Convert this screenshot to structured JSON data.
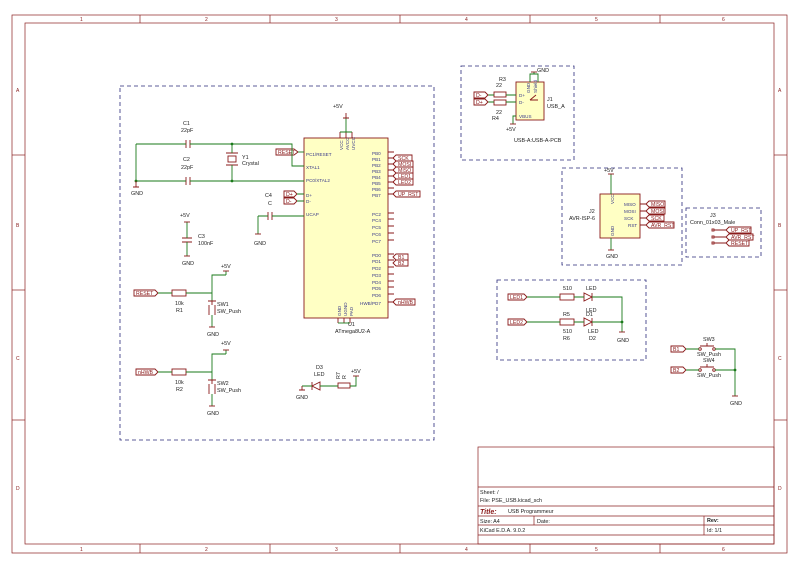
{
  "frame": {
    "columns": [
      "1",
      "2",
      "3",
      "4",
      "5",
      "6"
    ],
    "rows": [
      "A",
      "B",
      "C",
      "D"
    ]
  },
  "mcu": {
    "ref": "U1",
    "value": "ATmega8U2-A",
    "left_pins": [
      "PC1/RESET",
      "XTAL1",
      "PC0/XTAL2",
      "D+",
      "D-",
      "UCAP"
    ],
    "top_pins": [
      "VCC",
      "AVCC",
      "UVCC"
    ],
    "bottom_pins": [
      "GND",
      "UGND",
      "PAD"
    ],
    "right_pins": [
      "PB0",
      "PB1",
      "PB2",
      "PB3",
      "PB4",
      "PB5",
      "PB6",
      "PB7",
      "PC2",
      "PC4",
      "PC5",
      "PC6",
      "PC7",
      "PD0",
      "PD1",
      "PD2",
      "PD3",
      "PD4",
      "PD5",
      "PD6",
      "HWB/PD7"
    ],
    "power": "+5V"
  },
  "net_labels": {
    "reset": "RESET",
    "dplus": "D+",
    "dminus": "D-",
    "sck": "SCK",
    "mosi": "MOSI",
    "miso": "MISO",
    "led1": "LED1",
    "led2": "LED2",
    "up_rst": "UP_RST",
    "b1": "B1",
    "b2": "B2",
    "hwb": "nHWB",
    "avr_rst": "AVR_RST"
  },
  "crystal": {
    "ref": "Y1",
    "value": "Crystal"
  },
  "c1": {
    "ref": "C1",
    "value": "22pF"
  },
  "c2": {
    "ref": "C2",
    "value": "22pF"
  },
  "c3": {
    "ref": "C3",
    "value": "100nF",
    "power": "+5V",
    "gnd": "GND"
  },
  "c4": {
    "ref": "C4",
    "value": "C"
  },
  "gnd": "GND",
  "plus5": "+5V",
  "r1": {
    "ref": "R1",
    "value": "10k"
  },
  "r2": {
    "ref": "R2",
    "value": "10k"
  },
  "sw1": {
    "ref": "SW1",
    "value": "SW_Push"
  },
  "sw2": {
    "ref": "SW2",
    "value": "SW_Push"
  },
  "d3": {
    "ref": "D3",
    "value": "LED"
  },
  "r7": {
    "ref": "R7",
    "value": "R"
  },
  "usb": {
    "ref": "J1",
    "value": "USB_A",
    "footprint": "USB-A:USB-A-PCB",
    "r3": {
      "ref": "R3",
      "value": "22"
    },
    "r4": {
      "ref": "R4",
      "value": "22"
    },
    "pins": [
      "D+",
      "D-",
      "VBUS",
      "GND",
      "Shield"
    ]
  },
  "isp": {
    "ref": "J2",
    "value": "AVR-ISP-6",
    "pins": [
      "MISO",
      "MOSI",
      "SCK",
      "RST"
    ],
    "vcc": "VCC",
    "gnd": "GND"
  },
  "j3": {
    "ref": "J3",
    "value": "Conn_01x03_Male",
    "pins": [
      "UP_RST",
      "AVR_RST",
      "RESET"
    ]
  },
  "leds": {
    "r5": {
      "ref": "R5",
      "value": "510"
    },
    "r6": {
      "ref": "R6",
      "value": "510"
    },
    "d1": {
      "ref": "D1",
      "value": "LED"
    },
    "d2": {
      "ref": "D2",
      "value": "LED"
    },
    "r_top_value": "510"
  },
  "buttons_right": {
    "sw3": {
      "ref": "SW3",
      "value": "SW_Push"
    },
    "sw4": {
      "ref": "SW4",
      "value": "SW_Push"
    }
  },
  "title_block": {
    "sheet": "Sheet: /",
    "file": "File: PSE_USB.kicad_sch",
    "title_label": "Title:",
    "title": "USB Programmeur",
    "size": "Size: A4",
    "date": "Date:",
    "rev": "Rev:",
    "tool": "KiCad E.D.A. 9.0.2",
    "id": "Id: 1/1"
  }
}
